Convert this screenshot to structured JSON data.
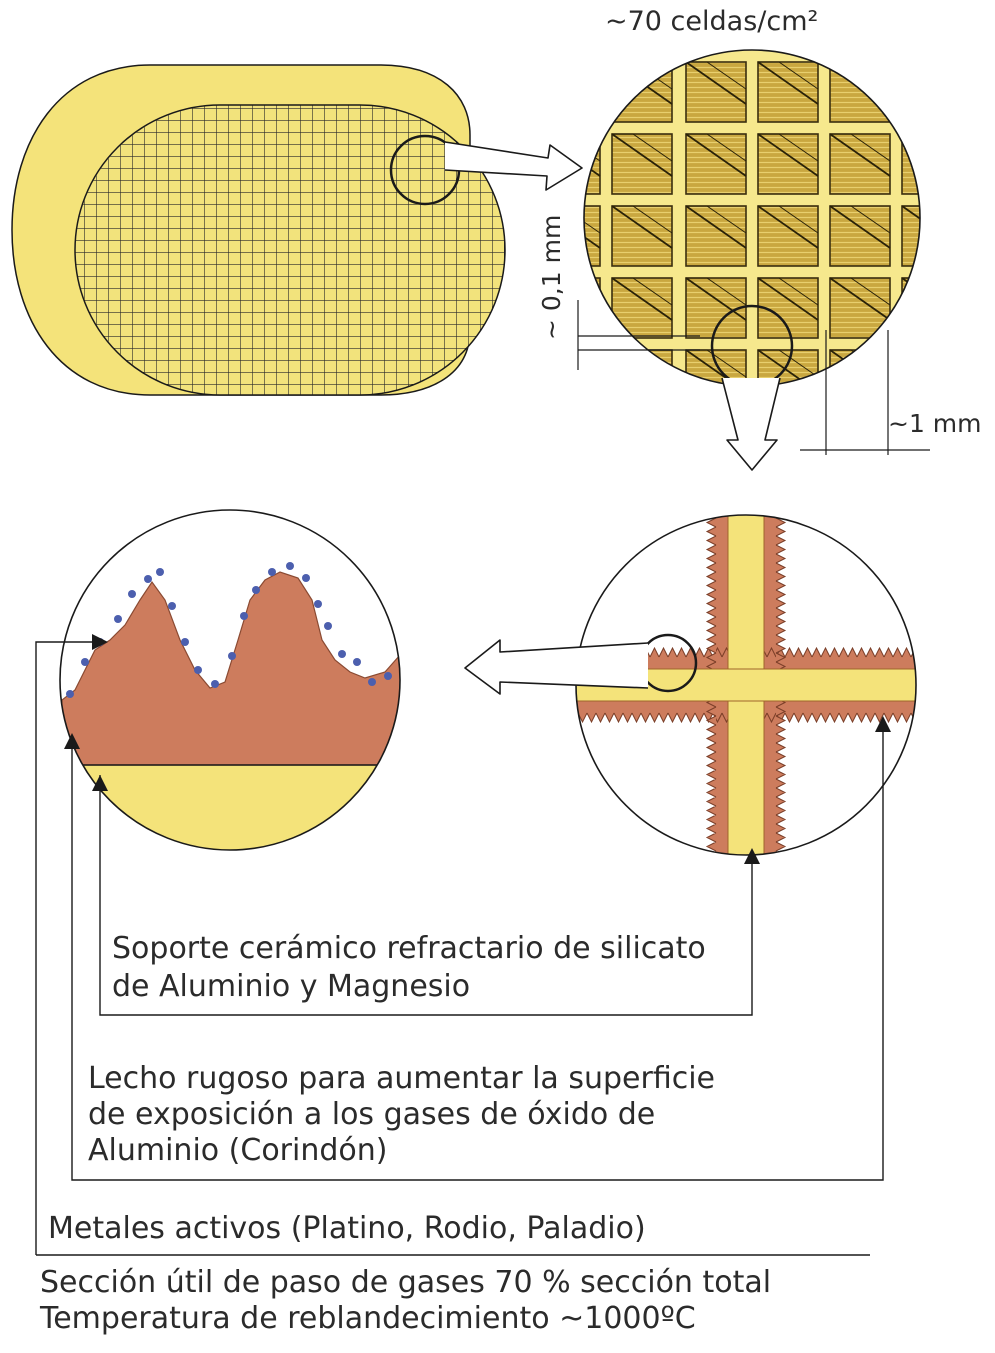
{
  "labels": {
    "cells_per_cm2": "~70 celdas/cm²",
    "wall_thickness": "~ 0,1 mm",
    "cell_pitch": "~1 mm",
    "ceramic_support": {
      "line1": "Soporte cerámico refractario de silicato",
      "line2": "de Aluminio y Magnesio"
    },
    "rough_bed": {
      "line1": "Lecho rugoso para aumentar la superficie",
      "line2": "de exposición a los gases de óxido de",
      "line3": "Aluminio (Corindón)"
    },
    "active_metals": "Metales activos (Platino, Rodio, Paladio)",
    "footer": {
      "line1": "Sección útil de paso de gases 70 % sección total",
      "line2": "Temperatura de reblandecimiento ~1000ºC"
    }
  },
  "colors": {
    "yellow_fill": "#f4e37a",
    "gold_cell": "#c8a53e",
    "oxide_fill": "#cd7c5d",
    "metal_dots": "#4c5fae",
    "outline": "#1a1a1a"
  }
}
